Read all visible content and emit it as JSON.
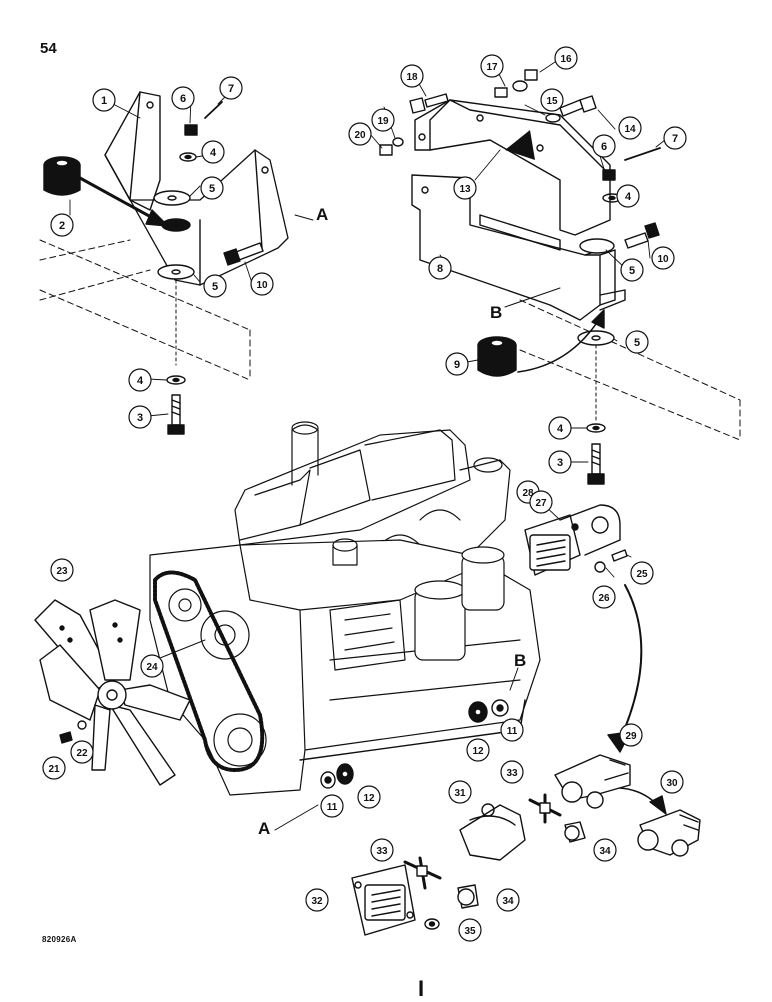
{
  "page_number": "54",
  "figure_id": "820926A",
  "footer_mark": "I",
  "section_labels": {
    "a": "A",
    "b": "B"
  },
  "callout_numbers": [
    "1",
    "2",
    "3",
    "4",
    "5",
    "6",
    "7",
    "8",
    "9",
    "10",
    "11",
    "12",
    "13",
    "14",
    "15",
    "16",
    "17",
    "18",
    "19",
    "20",
    "21",
    "22",
    "23",
    "24",
    "25",
    "26",
    "27",
    "28",
    "29",
    "30",
    "31",
    "32",
    "33",
    "34",
    "35"
  ]
}
